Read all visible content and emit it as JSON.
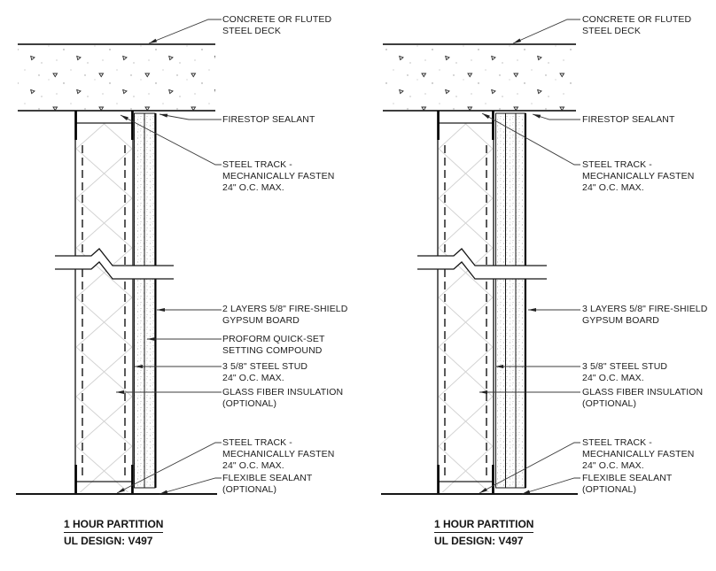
{
  "sheet": {
    "background": "#ffffff"
  },
  "colors": {
    "line": "#1a1a1a",
    "leader": "#3c3c3c",
    "board_stipple": "#9a9a9a",
    "insulation": "#d2d2d2"
  },
  "drawings": [
    {
      "id": "left",
      "labels": {
        "deck": {
          "lines": [
            "CONCRETE OR FLUTED",
            "STEEL DECK"
          ]
        },
        "firestop": {
          "lines": [
            "FIRESTOP SEALANT"
          ]
        },
        "track_top": {
          "lines": [
            "STEEL TRACK -",
            "MECHANICALLY FASTEN",
            "24\" O.C. MAX."
          ]
        },
        "board": {
          "lines": [
            "2 LAYERS 5/8\" FIRE-SHIELD",
            "GYPSUM BOARD"
          ]
        },
        "compound": {
          "lines": [
            "PROFORM QUICK-SET",
            "SETTING COMPOUND"
          ]
        },
        "stud": {
          "lines": [
            "3 5/8\" STEEL STUD",
            "24\" O.C. MAX."
          ]
        },
        "insulation": {
          "lines": [
            "GLASS FIBER INSULATION",
            "(OPTIONAL)"
          ]
        },
        "track_bottom": {
          "lines": [
            "STEEL TRACK -",
            "MECHANICALLY FASTEN",
            "24\" O.C. MAX."
          ]
        },
        "sealant": {
          "lines": [
            "FLEXIBLE SEALANT",
            "(OPTIONAL)"
          ]
        }
      },
      "title": "1 HOUR PARTITION",
      "subtitle": "UL DESIGN: V497"
    },
    {
      "id": "right",
      "labels": {
        "deck": {
          "lines": [
            "CONCRETE OR FLUTED",
            "STEEL DECK"
          ]
        },
        "firestop": {
          "lines": [
            "FIRESTOP SEALANT"
          ]
        },
        "track_top": {
          "lines": [
            "STEEL TRACK -",
            "MECHANICALLY FASTEN",
            "24\" O.C. MAX."
          ]
        },
        "board": {
          "lines": [
            "3 LAYERS 5/8\" FIRE-SHIELD",
            "GYPSUM BOARD"
          ]
        },
        "stud": {
          "lines": [
            "3 5/8\" STEEL STUD",
            "24\" O.C. MAX."
          ]
        },
        "insulation": {
          "lines": [
            "GLASS FIBER INSULATION",
            "(OPTIONAL)"
          ]
        },
        "track_bottom": {
          "lines": [
            "STEEL TRACK -",
            "MECHANICALLY FASTEN",
            "24\" O.C. MAX."
          ]
        },
        "sealant": {
          "lines": [
            "FLEXIBLE SEALANT",
            "(OPTIONAL)"
          ]
        }
      },
      "title": "1 HOUR PARTITION",
      "subtitle": "UL DESIGN: V497"
    }
  ]
}
